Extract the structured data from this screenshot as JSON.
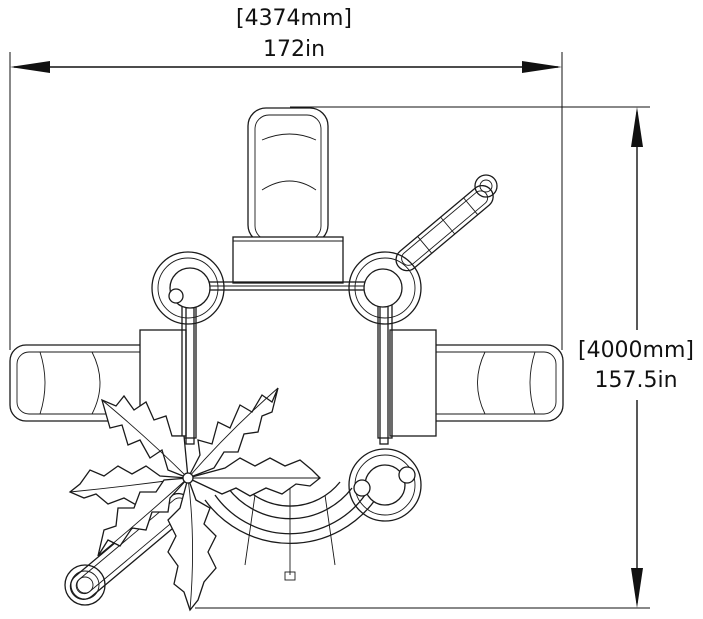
{
  "dimensions": {
    "width": {
      "metric": "[4374mm]",
      "imperial": "172in"
    },
    "depth": {
      "metric": "[4000mm]",
      "imperial": "157.5in"
    }
  }
}
